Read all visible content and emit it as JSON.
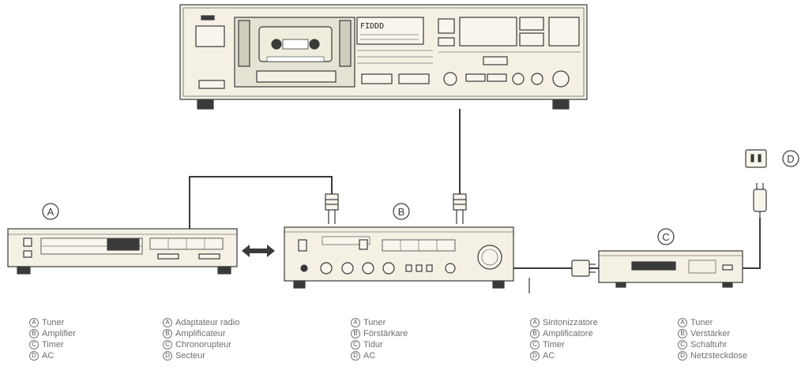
{
  "device_labels": {
    "tuner": "A",
    "amplifier": "B",
    "timer": "C",
    "outlet": "D"
  },
  "legend": [
    {
      "language": "English",
      "items": [
        {
          "letter": "A",
          "text": "Tuner"
        },
        {
          "letter": "B",
          "text": "Amplifier"
        },
        {
          "letter": "C",
          "text": "Timer"
        },
        {
          "letter": "D",
          "text": "AC"
        }
      ]
    },
    {
      "language": "French",
      "items": [
        {
          "letter": "A",
          "text": "Adaptateur radio"
        },
        {
          "letter": "B",
          "text": "Amplificateur"
        },
        {
          "letter": "C",
          "text": "Chronorupteur"
        },
        {
          "letter": "D",
          "text": "Secteur"
        }
      ]
    },
    {
      "language": "Swedish",
      "items": [
        {
          "letter": "A",
          "text": "Tuner"
        },
        {
          "letter": "B",
          "text": "Förstärkare"
        },
        {
          "letter": "C",
          "text": "Tidur"
        },
        {
          "letter": "D",
          "text": "AC"
        }
      ]
    },
    {
      "language": "Italian",
      "items": [
        {
          "letter": "A",
          "text": "Sintonizzatore"
        },
        {
          "letter": "B",
          "text": "Amplificatore"
        },
        {
          "letter": "C",
          "text": "Timer"
        },
        {
          "letter": "D",
          "text": "AC"
        }
      ]
    },
    {
      "language": "German",
      "items": [
        {
          "letter": "A",
          "text": "Tuner"
        },
        {
          "letter": "B",
          "text": "Verstärker"
        },
        {
          "letter": "C",
          "text": "Schaltuhr"
        },
        {
          "letter": "D",
          "text": "Netzsteckdose"
        }
      ]
    }
  ],
  "colors": {
    "device_fill": "#f4f1e4",
    "line": "#3a3a3a",
    "legend_text": "#6f6f6f"
  }
}
